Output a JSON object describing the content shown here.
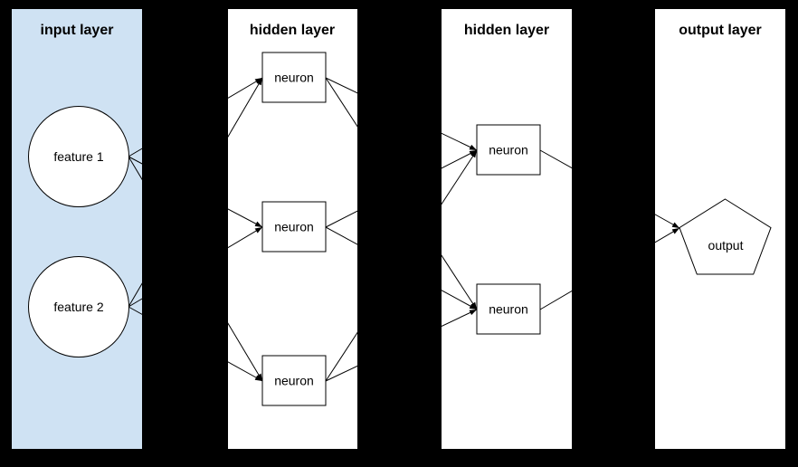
{
  "colors": {
    "background": "#000000",
    "input_panel_fill": "#cfe2f3",
    "panel_fill": "#ffffff",
    "node_fill": "#ffffff",
    "stroke": "#000000",
    "text": "#000000"
  },
  "diagram": {
    "type": "neural-network",
    "layers": [
      {
        "title": "input layer",
        "nodes": [
          {
            "id": "feature-1",
            "label": "feature 1",
            "shape": "circle"
          },
          {
            "id": "feature-2",
            "label": "feature 2",
            "shape": "circle"
          }
        ]
      },
      {
        "title": "hidden layer",
        "nodes": [
          {
            "id": "h1-neuron-1",
            "label": "neuron",
            "shape": "rectangle"
          },
          {
            "id": "h1-neuron-2",
            "label": "neuron",
            "shape": "rectangle"
          },
          {
            "id": "h1-neuron-3",
            "label": "neuron",
            "shape": "rectangle"
          }
        ]
      },
      {
        "title": "hidden layer",
        "nodes": [
          {
            "id": "h2-neuron-1",
            "label": "neuron",
            "shape": "rectangle"
          },
          {
            "id": "h2-neuron-2",
            "label": "neuron",
            "shape": "rectangle"
          }
        ]
      },
      {
        "title": "output layer",
        "nodes": [
          {
            "id": "output",
            "label": "output",
            "shape": "pentagon"
          }
        ]
      }
    ],
    "edges": [
      {
        "from": "feature-1",
        "to": "h1-neuron-1"
      },
      {
        "from": "feature-1",
        "to": "h1-neuron-2"
      },
      {
        "from": "feature-1",
        "to": "h1-neuron-3"
      },
      {
        "from": "feature-2",
        "to": "h1-neuron-1"
      },
      {
        "from": "feature-2",
        "to": "h1-neuron-2"
      },
      {
        "from": "feature-2",
        "to": "h1-neuron-3"
      },
      {
        "from": "h1-neuron-1",
        "to": "h2-neuron-1"
      },
      {
        "from": "h1-neuron-1",
        "to": "h2-neuron-2"
      },
      {
        "from": "h1-neuron-2",
        "to": "h2-neuron-1"
      },
      {
        "from": "h1-neuron-2",
        "to": "h2-neuron-2"
      },
      {
        "from": "h1-neuron-3",
        "to": "h2-neuron-1"
      },
      {
        "from": "h1-neuron-3",
        "to": "h2-neuron-2"
      },
      {
        "from": "h2-neuron-1",
        "to": "output"
      },
      {
        "from": "h2-neuron-2",
        "to": "output"
      }
    ]
  }
}
